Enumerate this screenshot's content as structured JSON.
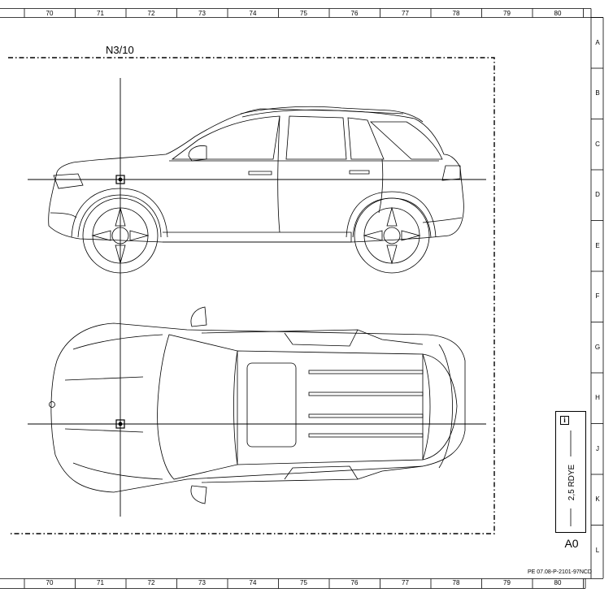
{
  "grid": {
    "columns": [
      "70",
      "71",
      "72",
      "73",
      "74",
      "75",
      "76",
      "77",
      "78",
      "79",
      "80"
    ],
    "rows": [
      "A",
      "B",
      "C",
      "D",
      "E",
      "F",
      "G",
      "H",
      "J",
      "K",
      "L"
    ]
  },
  "callout": {
    "label": "N3/10"
  },
  "legend": {
    "icon": "info-icon",
    "text": "2,5 RDYE"
  },
  "sheet_size": "A0",
  "drawing_number": "PE 07.08-P-2101-97NCD"
}
